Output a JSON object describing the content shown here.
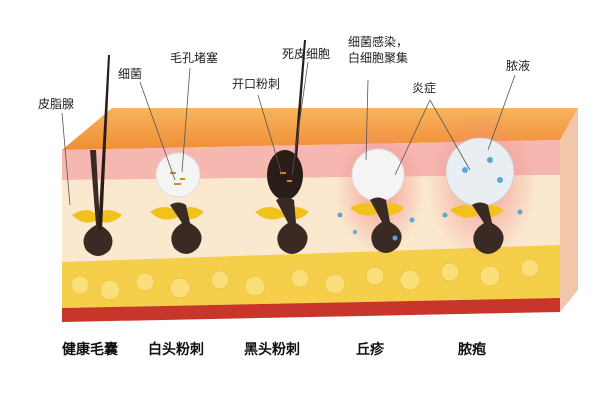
{
  "callouts": {
    "sebaceous_gland": "皮脂腺",
    "bacteria": "细菌",
    "pore_blocked": "毛孔堵塞",
    "open_comedo": "开口粉刺",
    "dead_skin_cells": "死皮细胞",
    "infection_line1": "细菌感染，",
    "infection_line2": "白细胞聚集",
    "inflammation": "炎症",
    "pus": "脓液"
  },
  "stages": [
    "健康毛囊",
    "白头粉刺",
    "黑头粉刺",
    "丘疹",
    "脓疱"
  ],
  "colors": {
    "epidermis_top": "#f4a24a",
    "epidermis_pink": "#f6b7b0",
    "dermis": "#fbe9cf",
    "fat": "#f5cf4a",
    "base": "#c8352a",
    "follicle": "#3a2a24",
    "sebum": "#f2c21c"
  }
}
